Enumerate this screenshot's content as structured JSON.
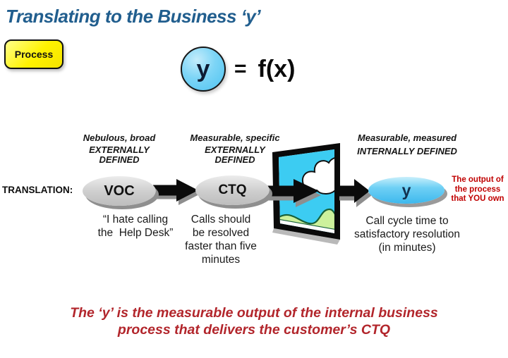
{
  "title": "Translating to the Business ‘y’",
  "process_button": {
    "label": "Process"
  },
  "formula": {
    "y": "y",
    "equals": "=",
    "fx": "f(x)"
  },
  "translation_label": "TRANSLATION:",
  "columns": [
    {
      "tagline": "Nebulous, broad",
      "defined_lines": [
        "EXTERNALLY",
        "DEFINED"
      ],
      "stage": "VOC",
      "quote_lines": [
        "“I hate calling",
        "the  Help Desk”",
        "",
        ""
      ]
    },
    {
      "tagline": "Measurable, specific",
      "defined_lines": [
        "EXTERNALLY",
        "DEFINED"
      ],
      "stage": "CTQ",
      "quote_lines": [
        "Calls should",
        "be resolved",
        "faster than five",
        "minutes"
      ]
    },
    {
      "tagline": "Measurable, measured",
      "defined_lines": [
        "INTERNALLY DEFINED",
        ""
      ],
      "stage": "y",
      "quote_lines": [
        "Call cycle time to",
        "satisfactory resolution",
        "(in minutes)",
        ""
      ]
    }
  ],
  "output_note_lines": [
    "The output of",
    "the process",
    "that YOU own"
  ],
  "footer_lines": [
    "The ‘y’ is the measurable output of the internal business",
    "process that delivers the customer’s CTQ"
  ],
  "icons": {
    "doorway": "open-door-to-outside-scene",
    "arrows": "black-right-arrows-with-gray-shadow"
  },
  "colors": {
    "title_blue": "#215e8e",
    "footer_red": "#b2252b",
    "note_red": "#c00000",
    "process_yellow": "#fff200",
    "stage_gray": "#cdcdcd",
    "stage_blue": "#4ec3f1",
    "door_sky": "#3cccf2",
    "door_hill": "#cdf19c",
    "arrow_black": "#0b0b0b"
  }
}
